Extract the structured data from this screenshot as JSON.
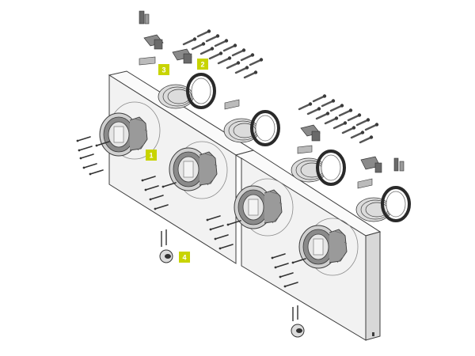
{
  "callouts": [
    {
      "id": "1",
      "label": "1"
    },
    {
      "id": "2",
      "label": "2"
    },
    {
      "id": "3",
      "label": "3"
    },
    {
      "id": "4",
      "label": "4"
    }
  ],
  "colors": {
    "callout": "#c8d400",
    "panel": "#f2f2f2",
    "part_dark": "#505050",
    "part_mid": "#8a8a8a",
    "outline": "#3c3c3c"
  }
}
